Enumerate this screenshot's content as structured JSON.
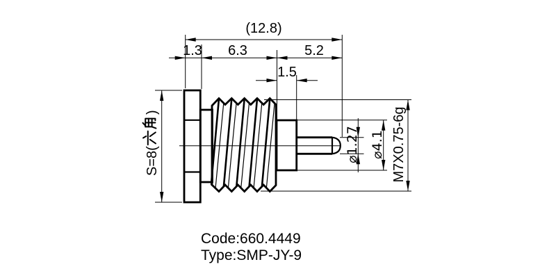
{
  "part": {
    "code_line": "Code:660.4449",
    "type_line": "Type:SMP-JY-9"
  },
  "dimensions": {
    "overall_length": "(12.8)",
    "flange_thickness": "1.3",
    "thread_section_length": "6.3",
    "front_section_length": "5.2",
    "collar_length": "1.5",
    "pin_diameter": "⌀1.27",
    "collar_diameter": "⌀4.1",
    "thread_spec": "M7X0.75-6g",
    "hex_label_full": "S=8(六角)",
    "hex_label_prefix": "S=8(",
    "hex_label_cjk": "六角",
    "hex_label_suffix": ")"
  }
}
